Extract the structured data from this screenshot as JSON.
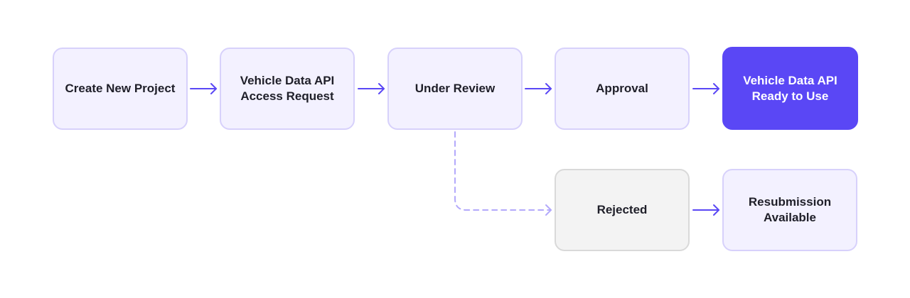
{
  "nodes": {
    "create_project": "Create New Project",
    "access_request": "Vehicle Data API\nAccess Request",
    "under_review": "Under Review",
    "approval": "Approval",
    "ready_to_use": "Vehicle Data API\nReady to Use",
    "rejected": "Rejected",
    "resubmission": "Resubmission\nAvailable"
  },
  "colors": {
    "accent": "#5a47f5",
    "node_fill": "#f3f1ff",
    "node_border": "#d7d1fb",
    "rejected_fill": "#f3f3f3",
    "dashed_connector": "#b3a9fb"
  }
}
